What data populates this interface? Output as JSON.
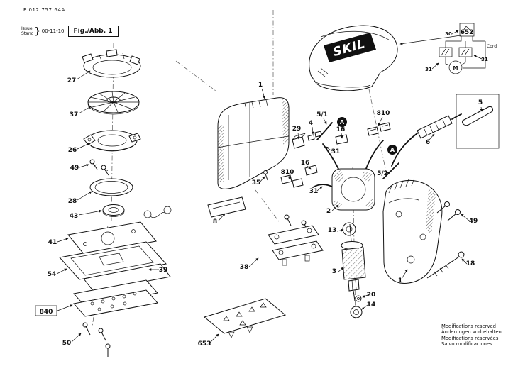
{
  "header": {
    "doc_number": "F 012 757 64A",
    "issue_label": "Issue",
    "stand_label": "Stand",
    "brace": "}",
    "date": "00-11-10",
    "figure_label": "Fig./Abb. 1"
  },
  "brand": {
    "logo": "SKIL"
  },
  "schematic": {
    "s30": "30",
    "s31_left": "31",
    "s31_right": "31",
    "cord": "Cord",
    "motor": "M"
  },
  "callouts": {
    "c27": "27",
    "c37": "37",
    "c26": "26",
    "c49_left": "49",
    "c28": "28",
    "c43": "43",
    "c41": "41",
    "c54": "54",
    "c39": "39",
    "c840": "840",
    "c50": "50",
    "c1_top": "1",
    "c8": "8",
    "c35": "35",
    "c29": "29",
    "c4": "4",
    "c5_1": "5/1",
    "c16_right": "16",
    "c810_right": "810",
    "c31_upper": "31",
    "c16_left": "16",
    "c810_left": "810",
    "c31_lower": "31",
    "c2": "2",
    "c13": "13",
    "c3": "3",
    "c20": "20",
    "c14": "14",
    "c38": "38",
    "c653": "653",
    "c652": "652",
    "c6": "6",
    "c5": "5",
    "c5_2": "5/2",
    "cA_first": "A",
    "cA_second": "A",
    "c49_right": "49",
    "c18": "18",
    "c1_bottom": "1"
  },
  "footer": {
    "lines": [
      "Modifications reserved",
      "Änderungen vorbehalten",
      "Modifications réservées",
      "Salvo modificaciones"
    ]
  }
}
